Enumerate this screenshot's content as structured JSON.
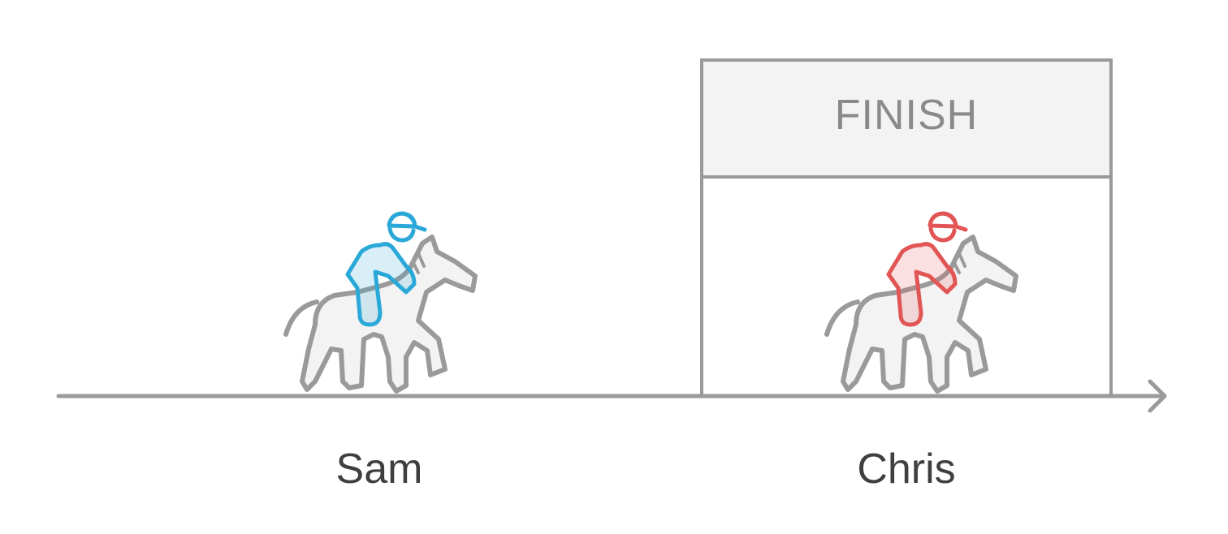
{
  "finish_sign": {
    "label": "FINISH"
  },
  "racers": [
    {
      "name": "Sam",
      "jockey_color": "#2aa8d8"
    },
    {
      "name": "Chris",
      "jockey_color": "#e25555"
    }
  ],
  "colors": {
    "outline": "#9a9a9a",
    "horse_fill": "#f3f3f3",
    "sign_fill": "#f3f3f3",
    "text": "#3f3f3f"
  },
  "icons": [
    "horse-rider-icon",
    "arrow-right-icon"
  ]
}
